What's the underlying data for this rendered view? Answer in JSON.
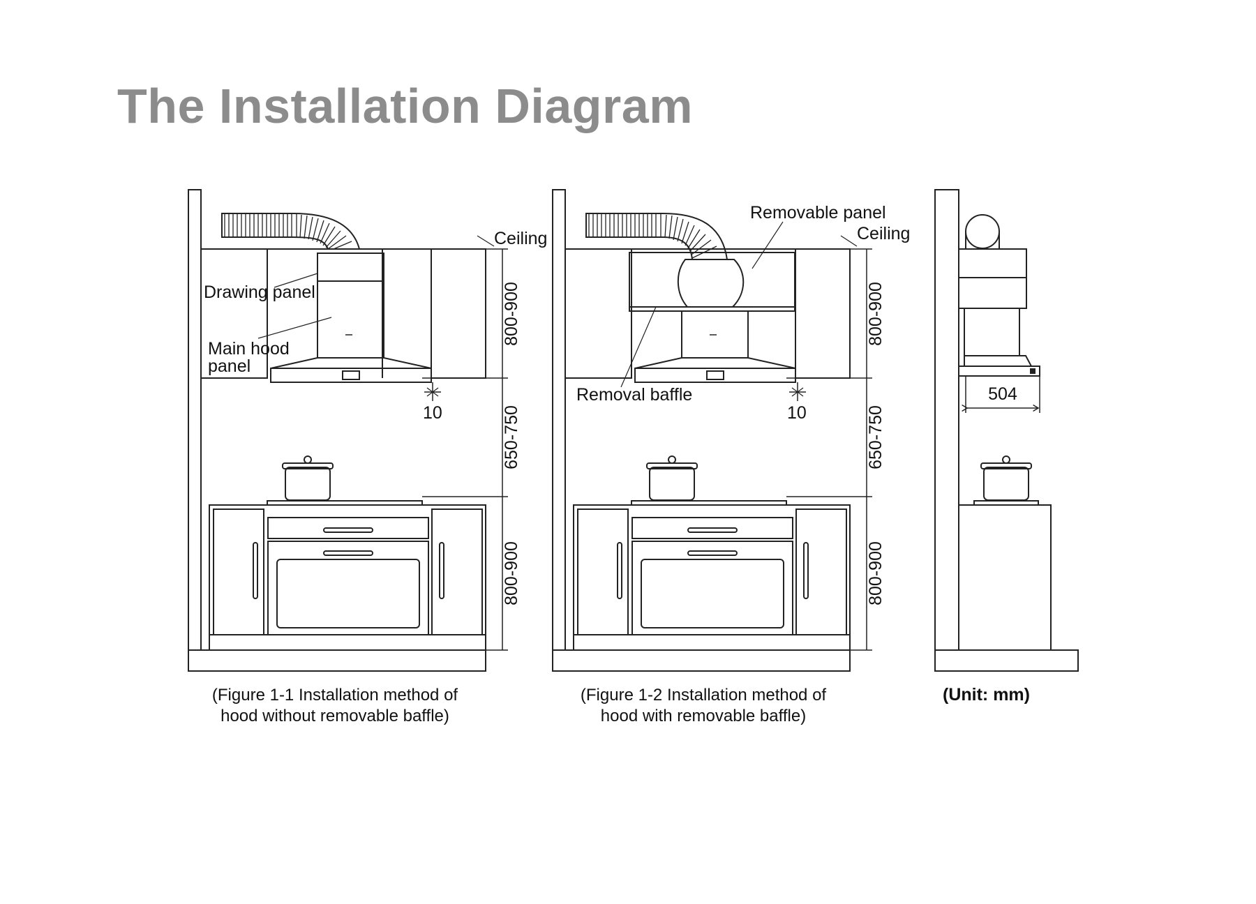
{
  "title": "The Installation Diagram",
  "figure1": {
    "labels": {
      "ceiling": "Ceiling",
      "drawing_panel": "Drawing panel",
      "main_hood_line1": "Main hood",
      "main_hood_line2": "panel",
      "gap": "10"
    },
    "dims": {
      "upper": "800-900",
      "middle": "650-750",
      "lower": "800-900"
    },
    "caption_line1": "(Figure 1-1  Installation  method  of",
    "caption_line2": "hood  without  removable  baffle)"
  },
  "figure2": {
    "labels": {
      "removable_panel": "Removable panel",
      "ceiling": "Ceiling",
      "removal_baffle": "Removal baffle",
      "gap": "10"
    },
    "dims": {
      "upper": "800-900",
      "middle": "650-750",
      "lower": "800-900"
    },
    "caption_line1": "(Figure 1-2  Installation  method  of",
    "caption_line2": "hood  with  removable  baffle)"
  },
  "figure3": {
    "depth": "504",
    "unit_note": "(Unit: mm)"
  }
}
